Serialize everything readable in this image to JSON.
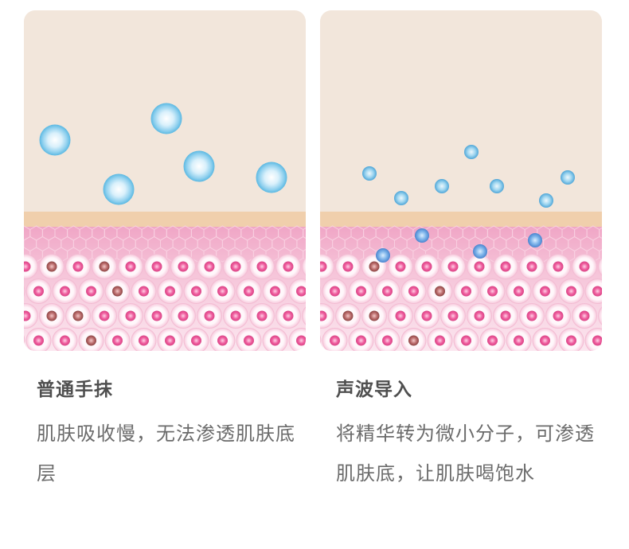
{
  "comparison": {
    "left": {
      "title": "普通手抹",
      "description": "肌肤吸收慢，无法渗透肌肤底层",
      "illustration_icon": "large-droplets-on-skin-icon"
    },
    "right": {
      "title": "声波导入",
      "description": "将精华转为微小分子，可渗透肌肤底，让肌肤喝饱水",
      "illustration_icon": "small-molecules-penetrating-skin-icon"
    }
  },
  "colors": {
    "background": "#ffffff",
    "panel_surface": "#f2e6db",
    "stratum_band": "#f0cfac",
    "epidermis_pink": "#f2b4cf",
    "cell_core": "#ee5a9c",
    "droplet_blue": "#5ab8e2",
    "title_text": "#4f4f4f",
    "body_text": "#6b6b6b"
  }
}
